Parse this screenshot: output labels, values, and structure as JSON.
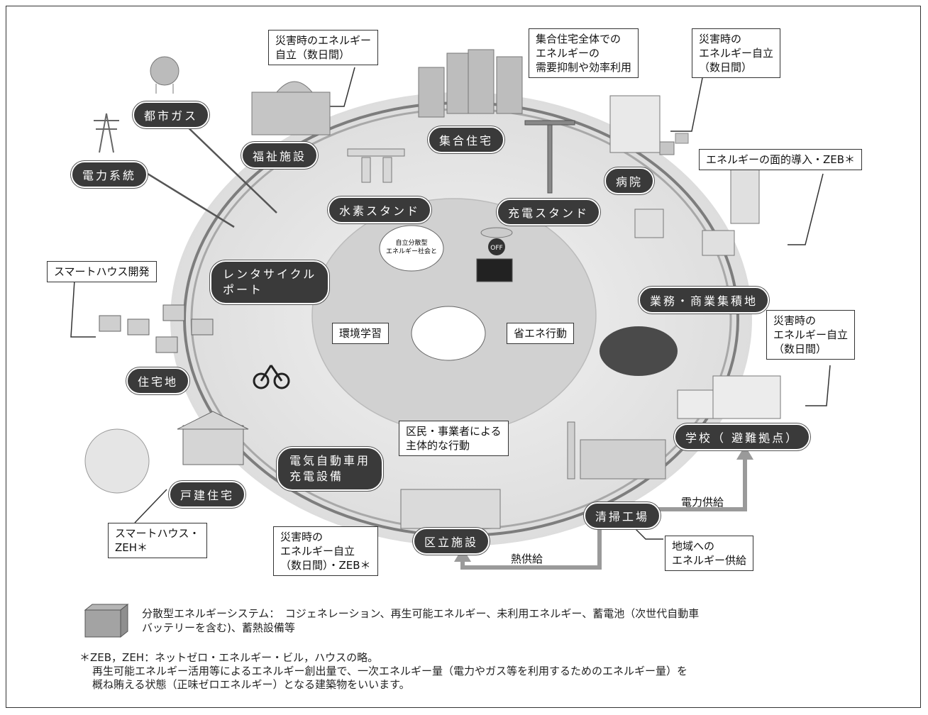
{
  "nodes": {
    "toshi_gas": "都市ガス",
    "denryoku_keito": "電力系統",
    "fukushi_shisetsu": "福祉施設",
    "shugo_jutaku": "集合住宅",
    "byoin": "病院",
    "suiso_stand": "水素スタンド",
    "juden_stand": "充電スタンド",
    "rental_cycle": "レンタサイクル\nポート",
    "gyomu_shogyo": "業務・商業集積地",
    "jutakuchi": "住宅地",
    "kankyo_gakushu": "環境学習",
    "shoene_kodo": "省エネ行動",
    "gakko": "学校（ 避難拠点）",
    "kodate": "戸建住宅",
    "ev_setsubi": "電気自動車用\n充電設備",
    "kumin_kodo": "区民・事業者による\n主体的な行動",
    "seiso_kojo": "清掃工場",
    "kuritsu_shisetsu": "区立施設"
  },
  "callouts": {
    "fukushi": "災害時のエネルギー\n自立（数日間）",
    "shugo": "集合住宅全体での\nエネルギーの\n需要抑制や効率利用",
    "byoin": "災害時の\nエネルギー自立\n（数日間）",
    "gyomu": "エネルギーの面的導入・ZEB＊",
    "smart_kaihatsu": "スマートハウス開発",
    "gakko": "災害時の\nエネルギー自立\n（数日間）",
    "kodate": "スマートハウス・\nZEH＊",
    "kuritsu": "災害時の\nエネルギー自立\n（数日間）・ZEB＊",
    "chiiki": "地域への\nエネルギー供給"
  },
  "arrows": {
    "denryoku_kyokyu": "電力供給",
    "netsu_kyokyu": "熱供給"
  },
  "illustration_text": {
    "bubble": "自立分散型\nエネルギー社会と",
    "off": "OFF"
  },
  "legend": {
    "system_label": "分散型エネルギーシステム：　コジェネレーション、再生可能エネルギー、未利用エネルギー、蓄電池（次世代自動車",
    "system_label_2": "バッテリーを含む)、蓄熱設備等",
    "note_1": "＊ZEB，ZEH：ネットゼロ・エネルギー・ビル，ハウスの略。",
    "note_2": "再生可能エネルギー活用等によるエネルギー創出量で、一次エネルギー量（電力やガス等を利用するためのエネルギー量）を",
    "note_3": "概ね賄える状態（正味ゼロエネルギー）となる建築物をいいます。"
  },
  "colors": {
    "ring": "#8c8c8c",
    "pill": "#3a3a3a",
    "disk": "#e6e6e6",
    "inner": "#d3d3d3"
  }
}
